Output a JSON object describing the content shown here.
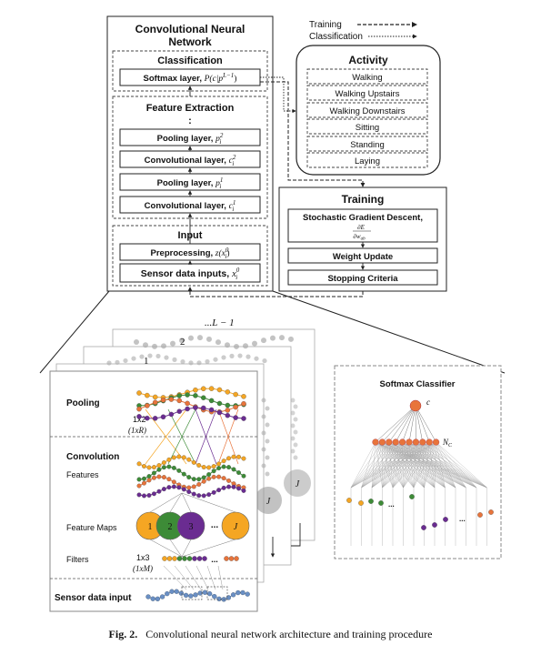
{
  "cnn": {
    "title": "Convolutional Neural",
    "title2": "Network",
    "classification": "Classification",
    "softmax_label": "Softmax layer, ",
    "softmax_math": "P(c|p",
    "softmax_sup": "L−1",
    "softmax_close": ")",
    "feature_extraction": "Feature Extraction",
    "ellipsis": ":",
    "pool2_label": "Pooling layer, ",
    "pool2_math": "p",
    "pool2_sup": "2",
    "pool2_sub": "i",
    "conv2_label": "Convolutional layer, ",
    "conv2_math": "c",
    "conv2_sup": "2",
    "conv2_sub": "i",
    "pool1_label": "Pooling layer, ",
    "pool1_math": "p",
    "pool1_sup": "1",
    "pool1_sub": "i",
    "conv1_label": "Convolutional layer, ",
    "conv1_math": "c",
    "conv1_sup": "1",
    "conv1_sub": "i",
    "input": "Input",
    "prep_label": "Preprocessing, ",
    "prep_math": "z(x",
    "prep_sup": "0",
    "prep_sub": "i",
    "prep_close": ")",
    "sensor_label": "Sensor data inputs, ",
    "sensor_math": "x",
    "sensor_sup": "0",
    "sensor_sub": "i"
  },
  "legend": {
    "training": "Training",
    "classification": "Classification"
  },
  "activity": {
    "title": "Activity",
    "items": [
      "Walking",
      "Walking Upstairs",
      "Walking Downstairs",
      "Sitting",
      "Standing",
      "Laying"
    ]
  },
  "training": {
    "title": "Training",
    "sgd": "Stochastic Gradient Descent,",
    "frac_num": "∂E",
    "frac_den": "∂w",
    "frac_den_sub": "ab",
    "weight_update": "Weight Update",
    "stopping": "Stopping Criteria"
  },
  "detail": {
    "stack_labels": [
      "...L − 1",
      "2",
      "1"
    ],
    "pooling": "Pooling",
    "pool_size": "1x2",
    "pool_size_sym": "(1xR)",
    "convolution": "Convolution",
    "features": "Features",
    "feature_maps": "Feature Maps",
    "filters": "Filters",
    "filter_size": "1x3",
    "filter_size_sym": "(1xM)",
    "dots": "...",
    "sensor_input": "Sensor data input",
    "map_labels": [
      "1",
      "2",
      "3",
      "...",
      "J"
    ],
    "back_j": "J"
  },
  "softmax": {
    "title": "Softmax Classifier",
    "c_label": "c",
    "nc_label": "N",
    "nc_sub": "C",
    "dots": "..."
  },
  "caption": {
    "label": "Fig. 2.",
    "text": "Convolutional neural network architecture and training procedure"
  },
  "colors": {
    "orange": "#f5a623",
    "green": "#3d8b37",
    "purple": "#6a2c91",
    "red_orange": "#e8743b",
    "blue": "#6a8fc4",
    "gray": "#9a9a9a"
  }
}
